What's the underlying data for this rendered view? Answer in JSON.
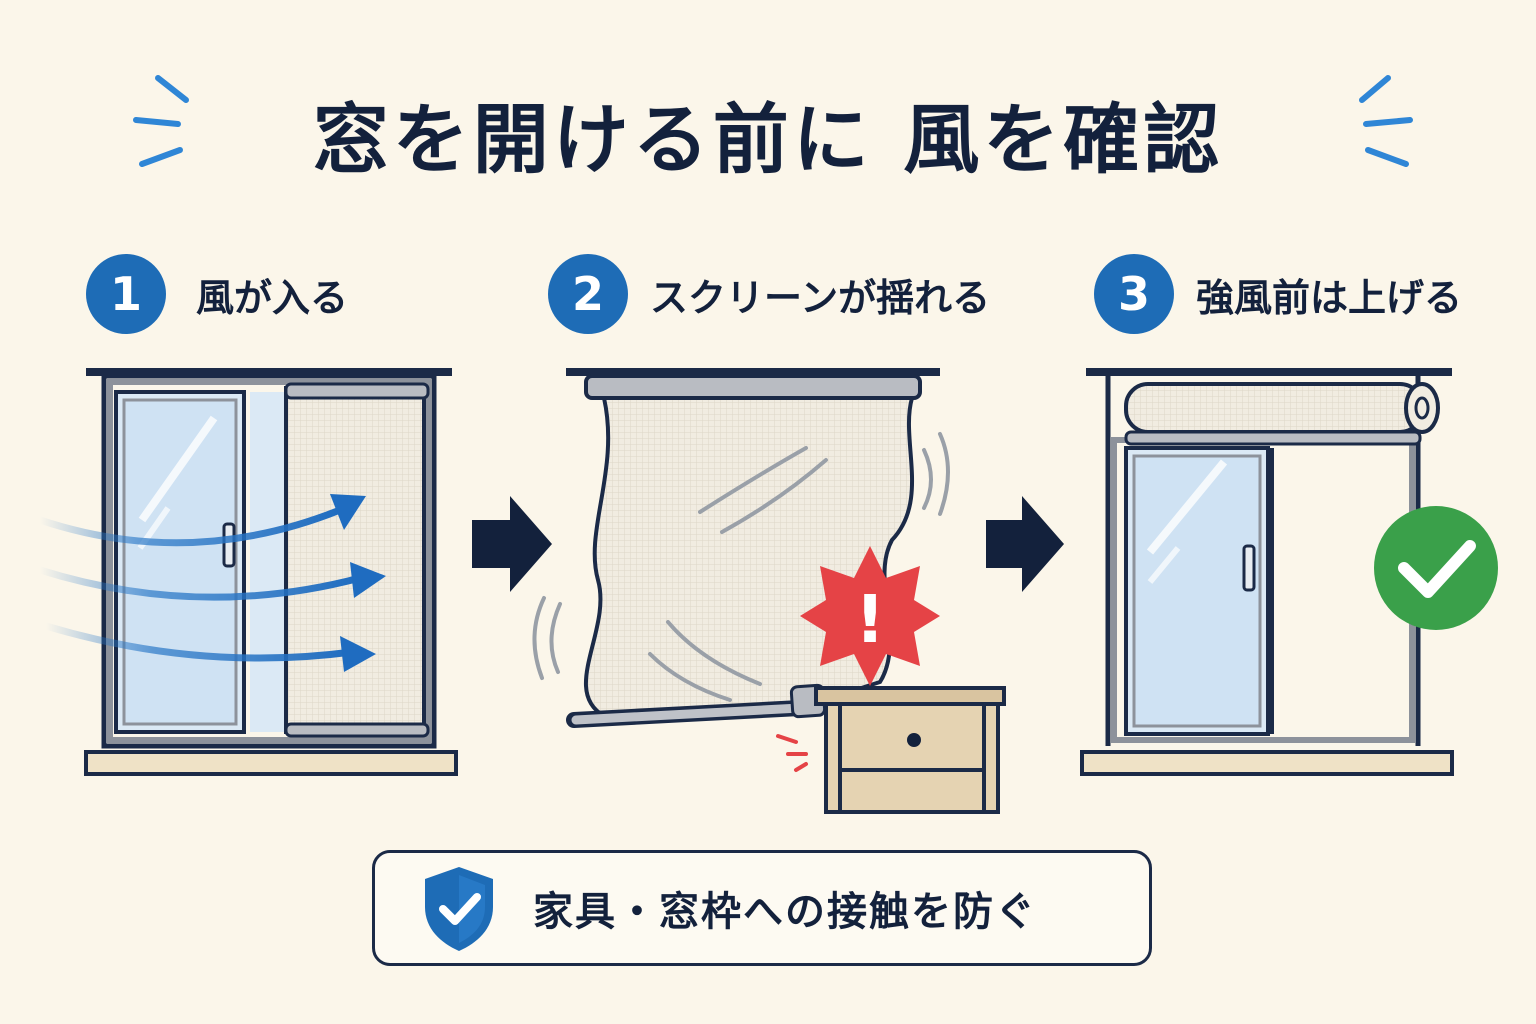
{
  "title": "窓を開ける前に 風を確認",
  "steps": [
    {
      "number": "1",
      "label": "風が入る"
    },
    {
      "number": "2",
      "label": "スクリーンが揺れる"
    },
    {
      "number": "3",
      "label": "強風前は上げる"
    }
  ],
  "warning_mark": "!",
  "bottom_banner": {
    "text": "家具・窓枠への接触を防ぐ"
  },
  "colors": {
    "accent_blue": "#1e6cb6",
    "navy": "#13213c",
    "warning_red": "#e54346",
    "success_green": "#3aa04a",
    "background": "#fbf6ea"
  },
  "icons": [
    "spark-lines",
    "wind-arrow-icon",
    "right-arrow-icon",
    "warning-burst-icon",
    "check-circle-icon",
    "shield-check-icon"
  ]
}
